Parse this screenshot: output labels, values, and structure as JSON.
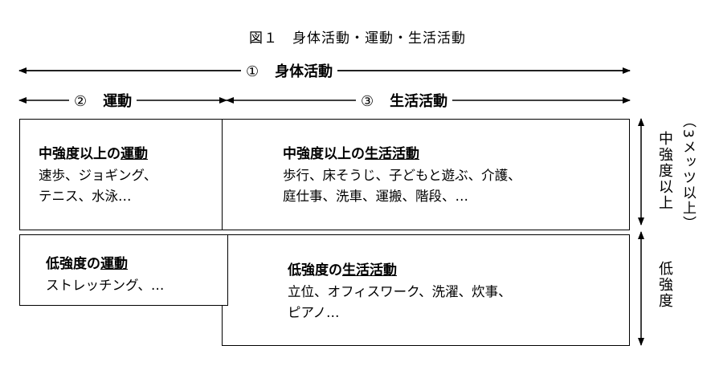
{
  "title": "図１　身体活動・運動・生活活動",
  "labels": {
    "physical_activity": {
      "num": "①",
      "text": "身体活動"
    },
    "exercise": {
      "num": "②",
      "text": "運動"
    },
    "life_activity": {
      "num": "③",
      "text": "生活活動"
    }
  },
  "boxes": {
    "moderate_exercise": {
      "head_prefix": "中強度以上の",
      "head_underlined": "運動",
      "lines": [
        "速歩、ジョギング、",
        "テニス、水泳…"
      ]
    },
    "moderate_life": {
      "head_prefix": "中強度以上の",
      "head_underlined": "生活活動",
      "lines": [
        "歩行、床そうじ、子どもと遊ぶ、介護、",
        "庭仕事、洗車、運搬、階段、…"
      ]
    },
    "low_exercise": {
      "head_prefix": "低強度の",
      "head_underlined": "運動",
      "lines": [
        "ストレッチング、…"
      ]
    },
    "low_life": {
      "head_prefix": "低強度の",
      "head_underlined": "生活活動",
      "lines": [
        "立位、オフィスワーク、洗濯、炊事、",
        "ピアノ…"
      ]
    }
  },
  "side": {
    "moderate": "中強度以上",
    "moderate_note": "（3メッツ以上）",
    "low": "低強度"
  }
}
